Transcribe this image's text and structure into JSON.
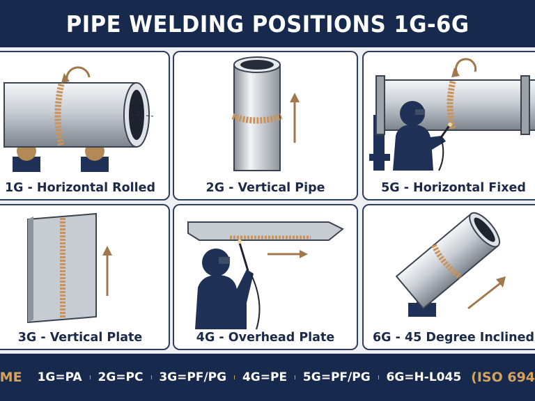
{
  "banner": {
    "title": "PIPE WELDING POSITIONS 1G-6G"
  },
  "panels": [
    {
      "caption": "1G - Horizontal Rolled"
    },
    {
      "caption": "2G - Vertical Pipe"
    },
    {
      "caption": "5G - Horizontal Fixed"
    },
    {
      "caption": "3G - Vertical Plate"
    },
    {
      "caption": "4G - Overhead Plate"
    },
    {
      "caption": "6G - 45 Degree Inclined"
    }
  ],
  "footer": {
    "left_text": "SME",
    "codes": [
      "1G=PA",
      "2G=PC",
      "3G=PF/PG",
      "4G=PE",
      "5G=PF/PG",
      "6G=H-L045"
    ],
    "right_text": "(ISO 694"
  },
  "colors": {
    "navy": "#17294d",
    "weld": "#c9935a",
    "arrow": "#a0784c",
    "steel": "#c7ccd2"
  }
}
